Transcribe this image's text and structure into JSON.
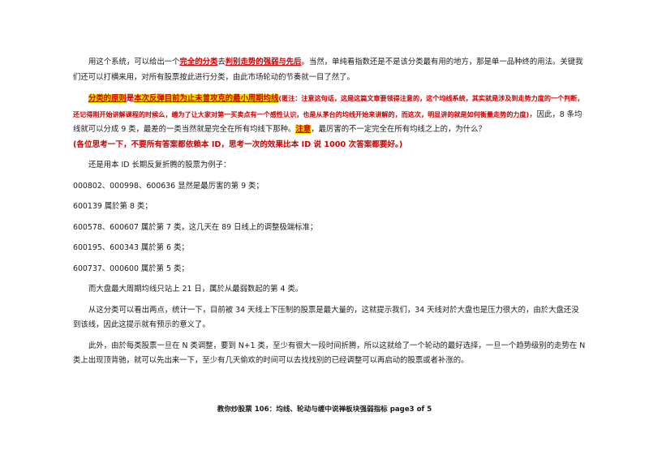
{
  "paragraphs": {
    "p1": {
      "a": "用这个系统，可以给出一个",
      "b": "完全的分类",
      "c": "去",
      "d": "判别走势的强弱与先后",
      "e": "。当然，单纯看指数还是不是该分类最有用的地方，那是单一品种终的用法。关键我们还可以打横来用，对所有股票按此进行分类，由此市场轮动的节奏就一目了然了。"
    },
    "p2": {
      "a": "分类的原则",
      "b": "是",
      "c": "本次反弹目前为止未曾攻克的最小周期均线",
      "note": "(匿注：注意这句话，这是这篇文章要领得注意的，这个均线系统，其实就是涉及到走势力度的一个判断，还记得刚开始讲解课程的时候么，缠为了让大家对第一买卖点有一个感性认识，也是从茅台的均线开始来讲解的，而这次，明显讲的就是如何衡量走势的力度)",
      "d": "，因此，8 条均线就可以分成 9 类，最差的一类当然就是完全在所有均线下那种。",
      "e": "注意",
      "f": "，最厉害的不一定完全在所有均线之上的，为什么？",
      "g": "(各位思考一下，不要所有答案都依赖本 ID，思考一次的效果比本 ID 说 1000 次答案都要好。)"
    },
    "p3": "还是用本 ID 长期反复折腾的股票为例子：",
    "p4": "000802、000998、600636 显然是最厉害的第 9 类；",
    "p5": "600139 属於第 8 类；",
    "p6": "600578、600607 属於第 7 类，这几天在 89 日线上的调整极端标准；",
    "p7": "600195、600343 属於第 6 类；",
    "p8": "600737、000600 属於第 5 类；",
    "p9": "而大盘最大周期均线只站上 21 日，属於从最弱数起的第 4 类。",
    "p10": "从这分类可以看出两点，统计一下，目前被 34 天线上下压制的股票是最大量的，这就提示我们，34 天线对於大盘也是压力很大的，由於大盘还没到该线，因此这提示就有预示的意义了。",
    "p11": "此外，由於每类股票一旦在 N 类调整，要到 N+1 类，至少有很大一段时间折腾，所以这就给了一个轮动的最好选择，一旦一个趋势级别的走势在 N 类上出现顶背驰，就可以先出来一下，至少有几天偷欢的时间可以去找找别的已经调整可以再启动的股票或者补涨的。"
  },
  "footer": "教你炒股票 106：均线、轮动与缠中说禅板块强弱指标    page3 of 5",
  "colors": {
    "highlight": "#f4e000",
    "emphasis_red": "#d00000"
  }
}
